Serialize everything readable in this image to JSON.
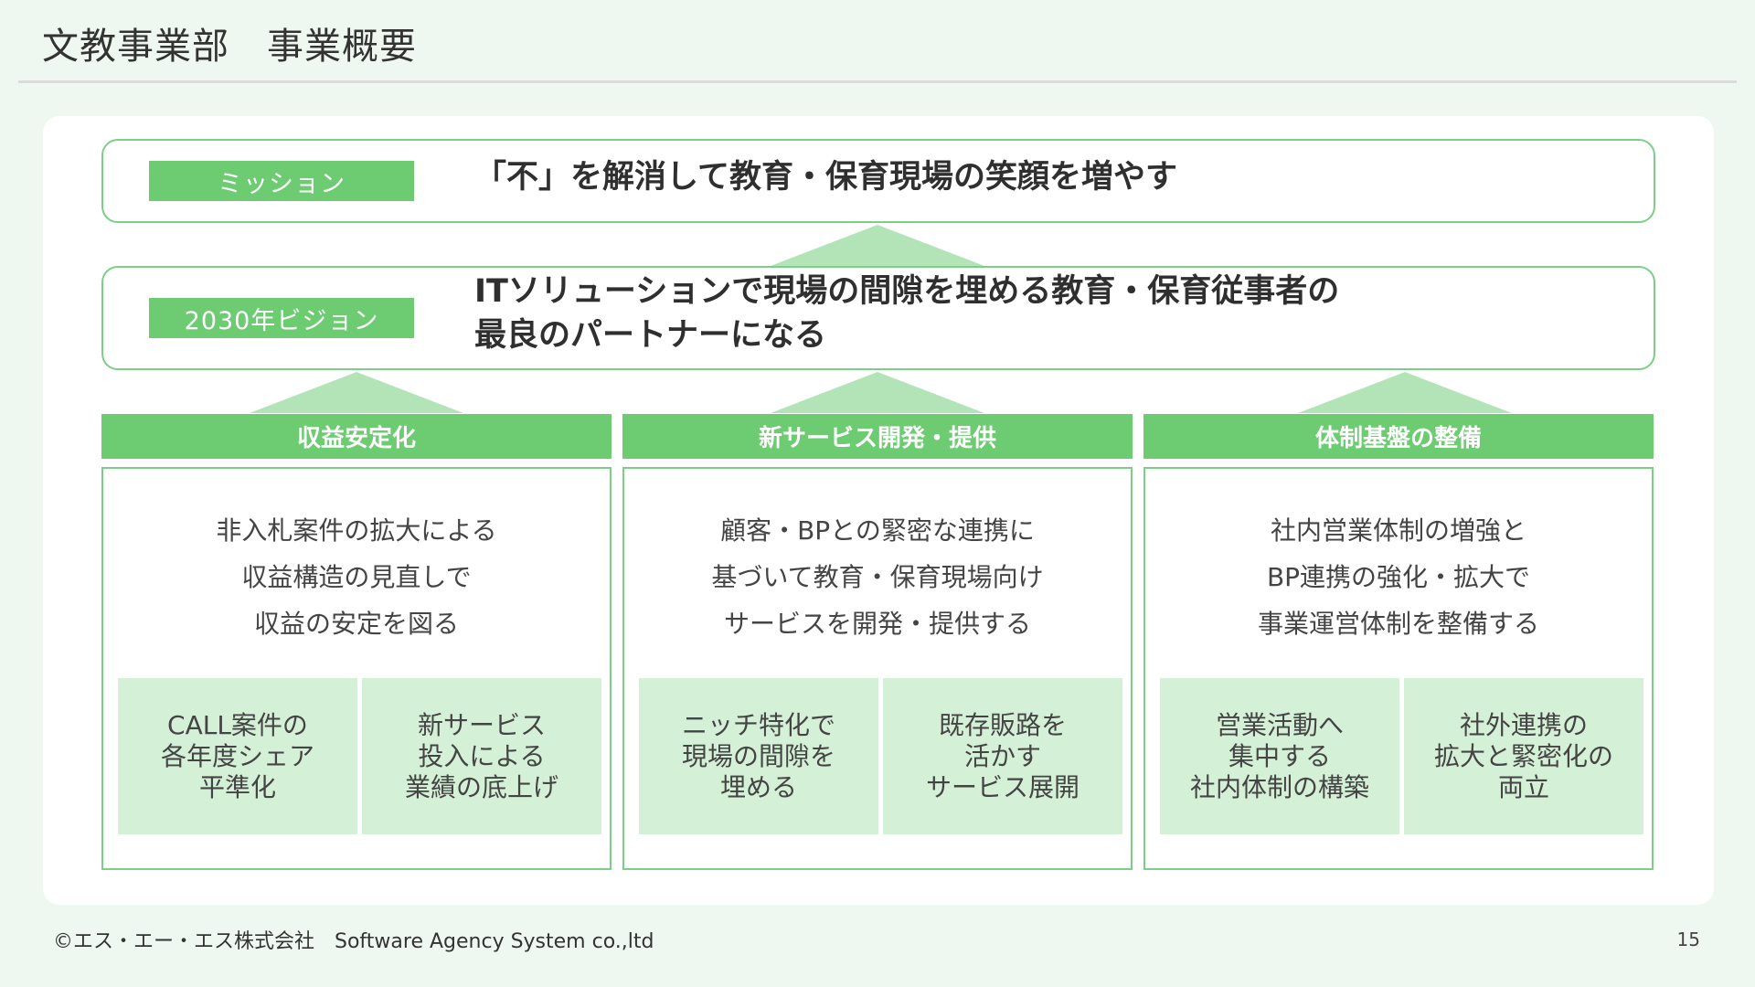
{
  "header": {
    "title": "文教事業部　事業概要"
  },
  "mission": {
    "label": "ミッション",
    "text": "「不」を解消して教育・保育現場の笑顔を増やす"
  },
  "vision": {
    "label": "2030年ビジョン",
    "text": "ITソリューションで現場の間隙を埋める教育・保育従事者の\n最良のパートナーになる"
  },
  "pillars": [
    {
      "title": "収益安定化",
      "lines": [
        "非入札案件の拡大による",
        "収益構造の見直しで",
        "収益の安定を図る"
      ],
      "items": [
        "CALL案件の\n各年度シェア\n平準化",
        "新サービス\n投入による\n業績の底上げ"
      ]
    },
    {
      "title": "新サービス開発・提供",
      "lines": [
        "顧客・BPとの緊密な連携に",
        "基づいて教育・保育現場向け",
        "サービスを開発・提供する"
      ],
      "items": [
        "ニッチ特化で\n現場の間隙を\n埋める",
        "既存販路を\n活かす\nサービス展開"
      ]
    },
    {
      "title": "体制基盤の整備",
      "lines": [
        "社内営業体制の増強と",
        "BP連携の強化・拡大で",
        "事業運営体制を整備する"
      ],
      "items": [
        "営業活動へ\n集中する\n社内体制の構築",
        "社外連携の\n拡大と緊密化の\n両立"
      ]
    }
  ],
  "footer": {
    "copyright": "©エス・エー・エス株式会社　Software Agency System co.,ltd",
    "page_number": "15"
  },
  "colors": {
    "accent": "#6dcc72",
    "border": "#7ccf86",
    "light": "#d4f0d6",
    "arrow": "#b3e4b7",
    "background": "#eff8f0"
  }
}
